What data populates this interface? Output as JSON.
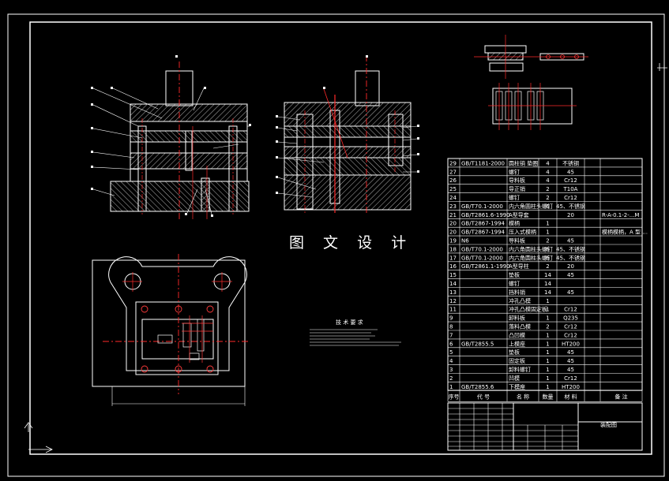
{
  "watermark": "图 文 设 计",
  "title_block_label": "装配图",
  "tech_req_title": "技 术 要 求",
  "colors": {
    "background": "#000000",
    "outline": "#ffffff",
    "hatch": "#ffffff",
    "centerline": "#ff2a2a",
    "dimension": "#ff3b3b",
    "frame": "#ffffff"
  },
  "bom": {
    "header": [
      "序号",
      "代 号",
      "名 称",
      "数量",
      "材 料",
      "",
      "备 注"
    ],
    "rows": [
      {
        "no": "29",
        "code": "GB/T1181-2000",
        "name": "圆柱销 垫圈",
        "qty": "4",
        "mat": "不锈钢",
        "note": ""
      },
      {
        "no": "27",
        "code": "",
        "name": "螺钉",
        "qty": "4",
        "mat": "45",
        "note": ""
      },
      {
        "no": "26",
        "code": "",
        "name": "导料板",
        "qty": "4",
        "mat": "Cr12",
        "note": ""
      },
      {
        "no": "25",
        "code": "",
        "name": "导正销",
        "qty": "2",
        "mat": "T10A",
        "note": ""
      },
      {
        "no": "24",
        "code": "",
        "name": "螺钉",
        "qty": "2",
        "mat": "Cr12",
        "note": ""
      },
      {
        "no": "23",
        "code": "GB/T70.1-2000",
        "name": "内六角圆柱头螺钉",
        "qty": "6",
        "mat": "45、不锈钢",
        "note": ""
      },
      {
        "no": "21",
        "code": "GB/T2861.6-1990",
        "name": "A型导套",
        "qty": "",
        "mat": "20",
        "note": "R-A-0.1-2-...M"
      },
      {
        "no": "20",
        "code": "GB/T2867-1994",
        "name": "模柄",
        "qty": "1",
        "mat": "",
        "note": ""
      },
      {
        "no": "20",
        "code": "GB/T2867-1994",
        "name": "压入式模柄",
        "qty": "1",
        "mat": "",
        "note": "模柄模柄，A 型 ..."
      },
      {
        "no": "19",
        "code": "N6",
        "name": "导料板",
        "qty": "2",
        "mat": "45",
        "note": ""
      },
      {
        "no": "18",
        "code": "GB/T70.1-2000",
        "name": "内六角圆柱头螺钉",
        "qty": "6",
        "mat": "45、不锈钢",
        "note": ""
      },
      {
        "no": "17",
        "code": "GB/T70.1-2000",
        "name": "内六角圆柱头螺钉",
        "qty": "6",
        "mat": "45、不锈钢",
        "note": ""
      },
      {
        "no": "16",
        "code": "GB/T2861.1-1990",
        "name": "A型导柱",
        "qty": "2",
        "mat": "20",
        "note": ""
      },
      {
        "no": "15",
        "code": "",
        "name": "垫板",
        "qty": "14",
        "mat": "45",
        "note": ""
      },
      {
        "no": "14",
        "code": "",
        "name": "螺钉",
        "qty": "14",
        "mat": "",
        "note": ""
      },
      {
        "no": "13",
        "code": "",
        "name": "挡料销",
        "qty": "14",
        "mat": "45",
        "note": ""
      },
      {
        "no": "12",
        "code": "",
        "name": "冲孔凸模",
        "qty": "1",
        "mat": "",
        "note": ""
      },
      {
        "no": "11",
        "code": "",
        "name": "冲孔凸模固定板",
        "qty": "1",
        "mat": "Cr12",
        "note": ""
      },
      {
        "no": "9",
        "code": "",
        "name": "卸料板",
        "qty": "1",
        "mat": "Q235",
        "note": ""
      },
      {
        "no": "8",
        "code": "",
        "name": "落料凸模",
        "qty": "2",
        "mat": "Cr12",
        "note": ""
      },
      {
        "no": "7",
        "code": "",
        "name": "凸凹模",
        "qty": "1",
        "mat": "Cr12",
        "note": ""
      },
      {
        "no": "6",
        "code": "GB/T2855.5",
        "name": "上模座",
        "qty": "1",
        "mat": "HT200",
        "note": ""
      },
      {
        "no": "5",
        "code": "",
        "name": "垫板",
        "qty": "1",
        "mat": "45",
        "note": ""
      },
      {
        "no": "4",
        "code": "",
        "name": "固定板",
        "qty": "1",
        "mat": "45",
        "note": ""
      },
      {
        "no": "3",
        "code": "",
        "name": "卸料螺钉",
        "qty": "1",
        "mat": "45",
        "note": ""
      },
      {
        "no": "2",
        "code": "",
        "name": "凹模",
        "qty": "1",
        "mat": "Cr12",
        "note": ""
      },
      {
        "no": "1",
        "code": "GB/T2855.6",
        "name": "下模座",
        "qty": "1",
        "mat": "HT200",
        "note": ""
      }
    ]
  }
}
